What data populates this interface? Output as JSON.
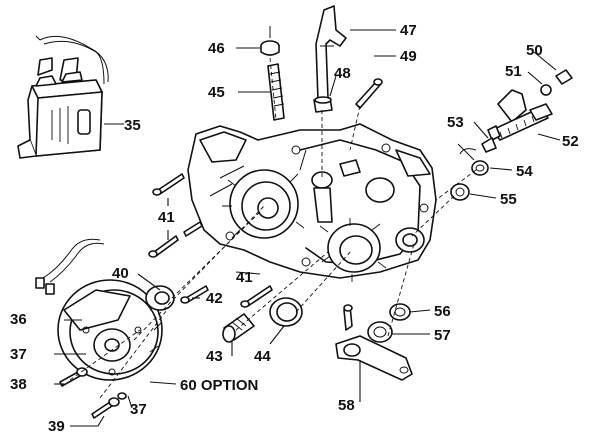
{
  "callouts": {
    "c35": "35",
    "c36": "36",
    "c37a": "37",
    "c37b": "37",
    "c38": "38",
    "c39": "39",
    "c40": "40",
    "c41a": "41",
    "c41b": "41",
    "c42": "42",
    "c43": "43",
    "c44": "44",
    "c45": "45",
    "c46": "46",
    "c47": "47",
    "c48": "48",
    "c49": "49",
    "c50": "50",
    "c51": "51",
    "c52": "52",
    "c53": "53",
    "c54": "54",
    "c55": "55",
    "c56": "56",
    "c57": "57",
    "c58": "58",
    "c60": "60 OPTION"
  }
}
